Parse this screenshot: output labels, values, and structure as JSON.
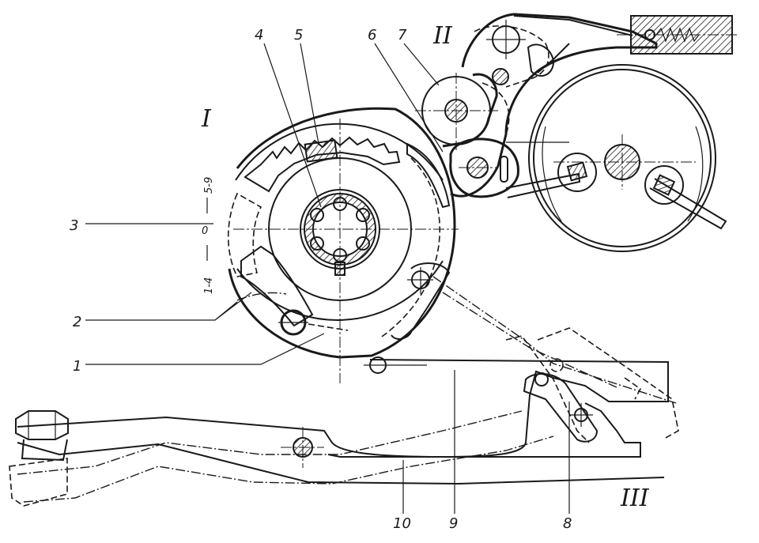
{
  "diagram": {
    "roman_labels": {
      "group_1": "I",
      "group_2": "II",
      "group_3": "III"
    },
    "part_labels": {
      "p1": "1",
      "p2": "2",
      "p3": "3",
      "p4": "4",
      "p5": "5",
      "p6": "6",
      "p7": "7",
      "p8": "8",
      "p9": "9",
      "p10": "10"
    },
    "scale_labels": {
      "upper": "5-9",
      "zero": "0",
      "lower": "1-4"
    }
  }
}
